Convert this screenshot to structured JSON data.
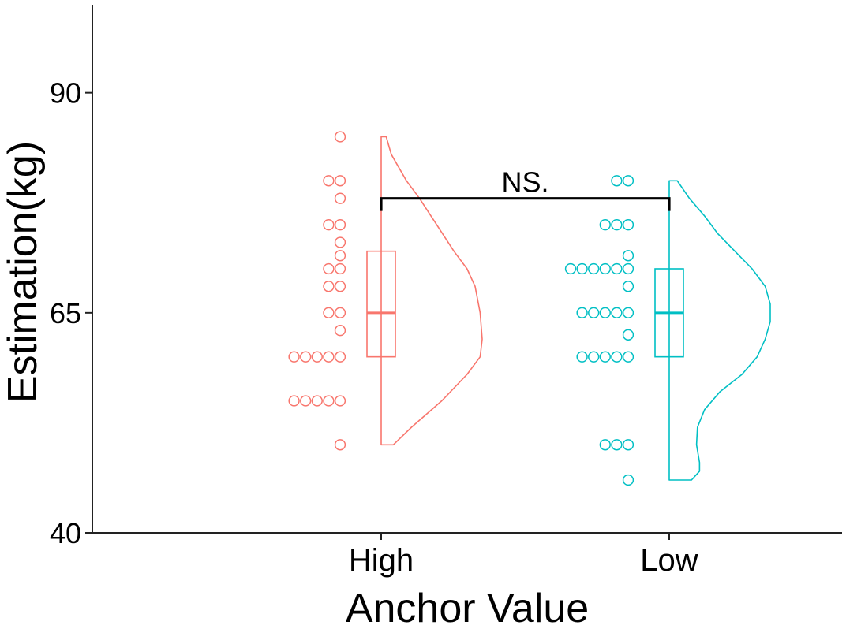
{
  "chart_data": {
    "type": "raincloud",
    "xlabel": "Anchor Value",
    "ylabel": "Estimation(kg)",
    "ylim": [
      40,
      100
    ],
    "yticks": [
      40,
      65,
      90
    ],
    "categories": [
      "High",
      "Low"
    ],
    "groups": [
      {
        "category": "High",
        "color": "#F8766D",
        "points": [
          85,
          80,
          80,
          78,
          75,
          75,
          73,
          71.5,
          70,
          70,
          68,
          68,
          65,
          65,
          63,
          60,
          60,
          60,
          60,
          60,
          55,
          55,
          55,
          55,
          55,
          50
        ],
        "box": {
          "q1": 60,
          "median": 65,
          "q3": 72
        },
        "density": {
          "y": [
            50,
            52,
            55,
            58,
            60,
            62,
            65,
            68,
            70,
            72,
            75,
            78,
            80,
            83,
            85
          ],
          "width": [
            0.12,
            0.3,
            0.6,
            0.85,
            0.98,
            1.0,
            0.98,
            0.93,
            0.85,
            0.72,
            0.55,
            0.38,
            0.25,
            0.1,
            0.05
          ]
        }
      },
      {
        "category": "Low",
        "color": "#00BFC4",
        "points": [
          80,
          80,
          75,
          75,
          75,
          71.5,
          70,
          70,
          70,
          70,
          70,
          70,
          68,
          65,
          65,
          65,
          65,
          65,
          62.5,
          60,
          60,
          60,
          60,
          60,
          50,
          50,
          50,
          46
        ],
        "box": {
          "q1": 60,
          "median": 65,
          "q3": 70
        },
        "density": {
          "y": [
            46,
            47,
            48,
            50,
            52,
            54,
            56,
            58,
            60,
            62,
            64,
            66,
            68,
            70,
            72,
            74,
            76,
            78,
            80
          ],
          "width": [
            0.22,
            0.3,
            0.3,
            0.27,
            0.28,
            0.35,
            0.5,
            0.72,
            0.87,
            0.95,
            1.0,
            1.0,
            0.95,
            0.82,
            0.65,
            0.48,
            0.35,
            0.2,
            0.08
          ]
        }
      }
    ],
    "annotation": {
      "label": "NS.",
      "from": "High",
      "to": "Low",
      "y": 78
    }
  }
}
